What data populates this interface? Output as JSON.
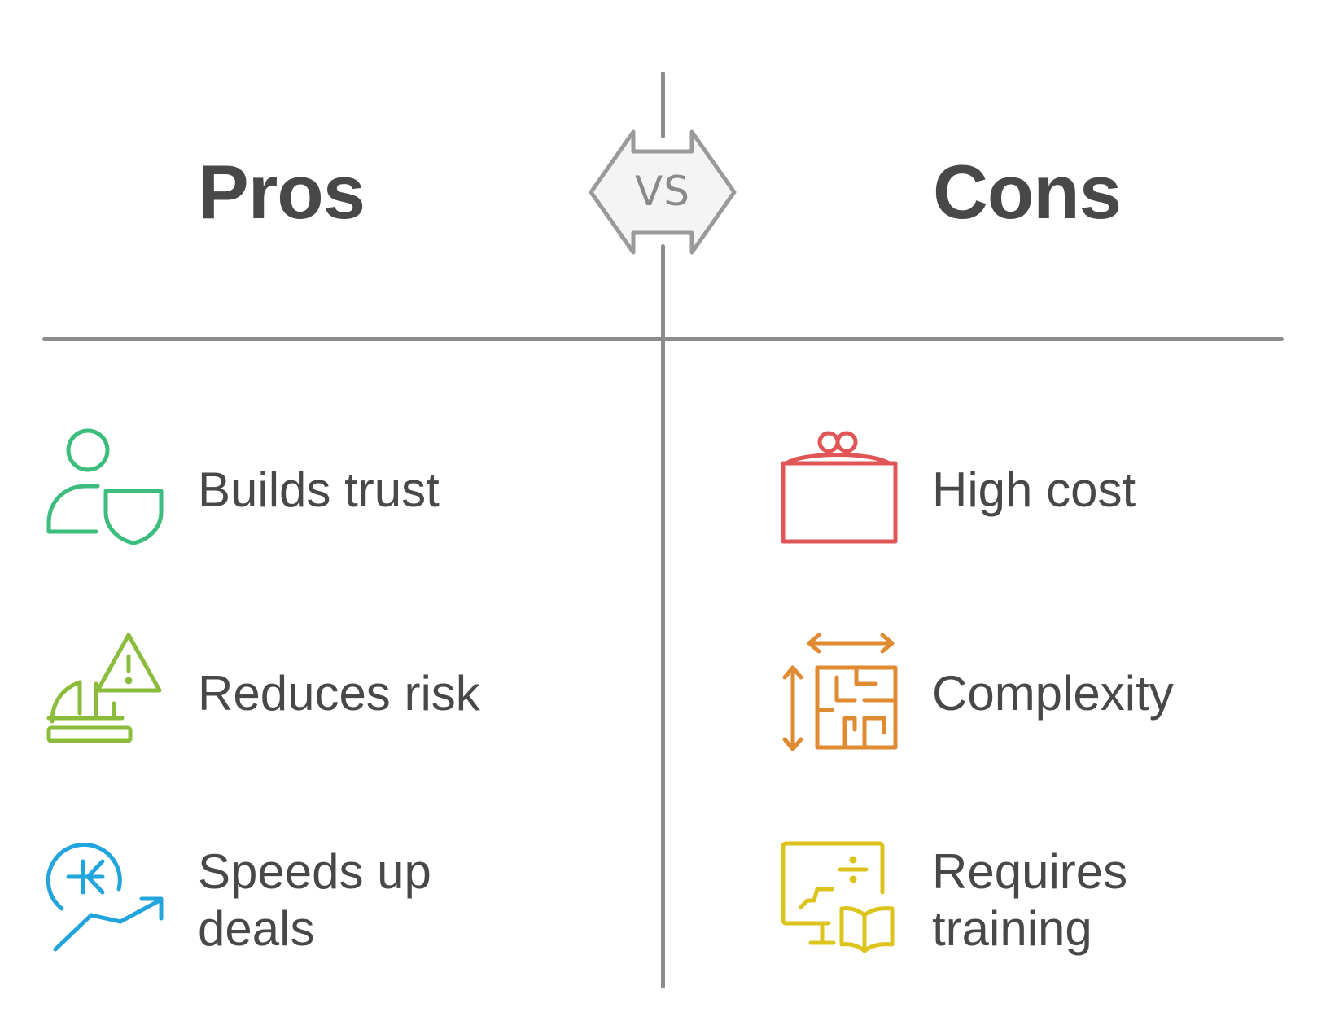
{
  "comparison": {
    "vs_label": "VS",
    "pros": {
      "title": "Pros",
      "items": [
        {
          "label_lines": [
            "Builds trust"
          ],
          "icon": "person-shield-icon",
          "color": "#3dbd7d"
        },
        {
          "label_lines": [
            "Reduces risk"
          ],
          "icon": "hardhat-warning-icon",
          "color": "#8cbc3c"
        },
        {
          "label_lines": [
            "Speeds up",
            "deals"
          ],
          "icon": "fast-growth-icon",
          "color": "#22a4dc"
        }
      ]
    },
    "cons": {
      "title": "Cons",
      "items": [
        {
          "label_lines": [
            "High cost"
          ],
          "icon": "cost-box-icon",
          "color": "#e05656"
        },
        {
          "label_lines": [
            "Complexity"
          ],
          "icon": "maze-icon",
          "color": "#e08a32"
        },
        {
          "label_lines": [
            "Requires",
            "training"
          ],
          "icon": "training-screen-icon",
          "color": "#dcc41c"
        }
      ]
    }
  }
}
